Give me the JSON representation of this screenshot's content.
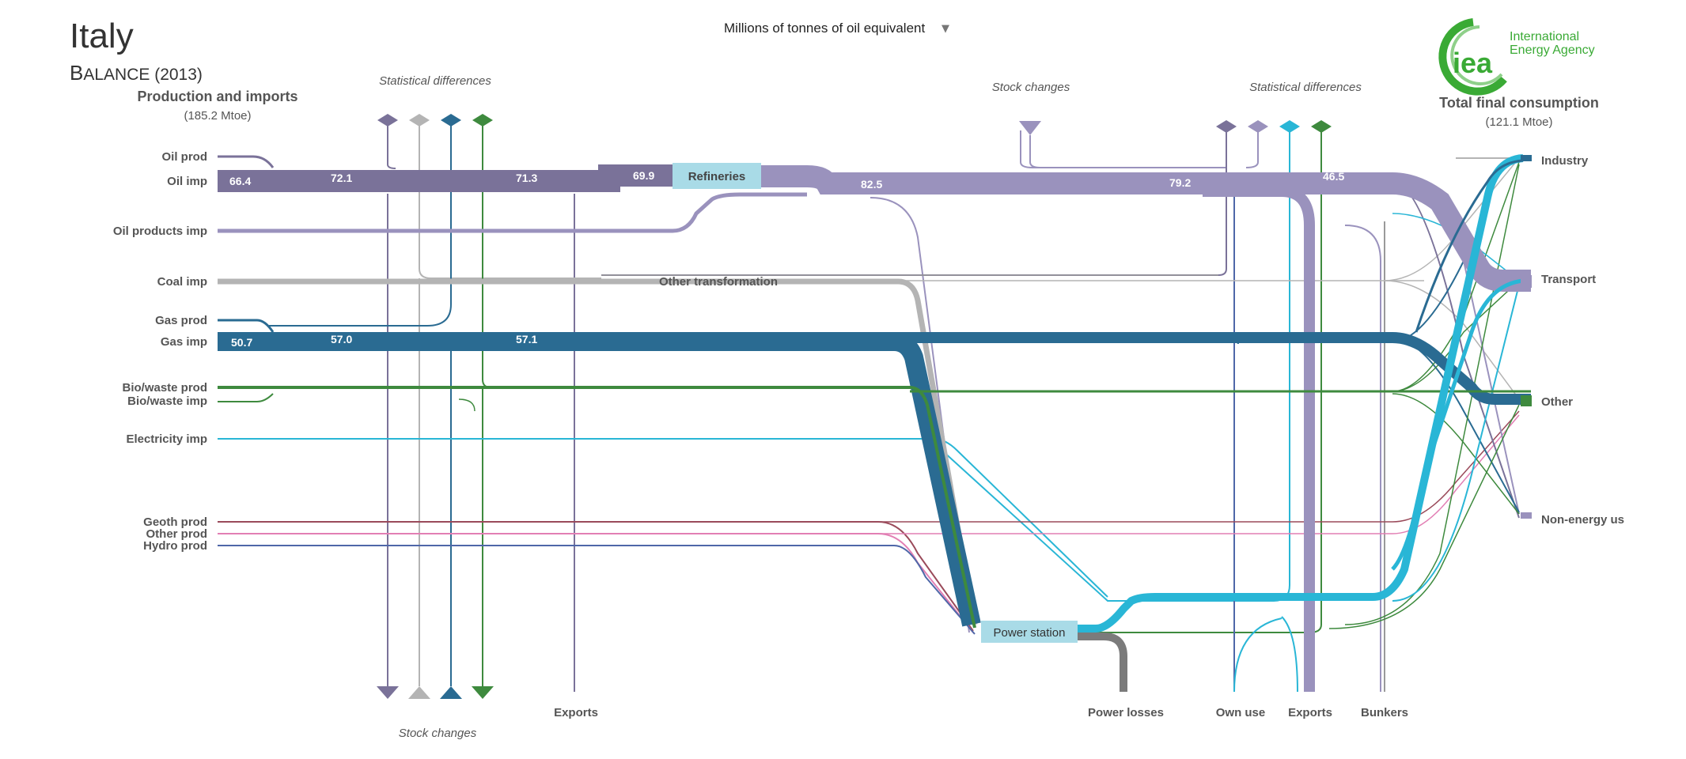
{
  "title": {
    "country": "Italy",
    "subtitle": "Balance (2013)",
    "subtitle_head": "B",
    "subtitle_tail": "ALANCE (2013)"
  },
  "unit_selector": {
    "label": "Millions of tonnes of oil equivalent",
    "arrow": "▼"
  },
  "logo": {
    "mark": "iea",
    "line1": "International",
    "line2": "Energy Agency",
    "accent_color": "#3aaa35"
  },
  "left_header": {
    "title": "Production and imports",
    "total": "(185.2 Mtoe)"
  },
  "right_header": {
    "title": "Total final consumption",
    "total": "(121.1 Mtoe)"
  },
  "sources": {
    "oil_prod": "Oil prod",
    "oil_imp": "Oil imp",
    "oil_products_imp": "Oil products imp",
    "coal_imp": "Coal imp",
    "gas_prod": "Gas prod",
    "gas_imp": "Gas imp",
    "bio_prod": "Bio/waste prod",
    "bio_imp": "Bio/waste imp",
    "elec_imp": "Electricity imp",
    "geoth_prod": "Geoth prod",
    "other_prod": "Other prod",
    "hydro_prod": "Hydro prod"
  },
  "sinks": {
    "industry": "Industry",
    "transport": "Transport",
    "other": "Other",
    "non_energy": "Non-energy us"
  },
  "nodes": {
    "refineries": "Refineries",
    "power_station": "Power station",
    "other_transformation": "Other transformation"
  },
  "bottom_labels": {
    "stock_changes": "Stock changes",
    "exports_left": "Exports",
    "power_losses": "Power losses",
    "own_use": "Own use",
    "exports_right": "Exports",
    "bunkers": "Bunkers"
  },
  "top_labels": {
    "stat_diff_left": "Statistical differences",
    "stock_changes": "Stock changes",
    "stat_diff_right": "Statistical differences"
  },
  "flow_values": {
    "oil_1": "66.4",
    "oil_2": "72.1",
    "oil_3": "71.3",
    "oil_4": "69.9",
    "oil_5": "82.5",
    "oil_6": "79.2",
    "oil_7": "46.5",
    "gas_1": "50.7",
    "gas_2": "57.0",
    "gas_3": "57.1"
  },
  "colors": {
    "oil": "#7a7299",
    "oil_products": "#9a92bd",
    "coal": "#b4b4b4",
    "gas": "#2a6b92",
    "bio": "#3e8a3e",
    "electricity": "#29b6d6",
    "geoth": "#9a4a5a",
    "other_prod": "#e27fb4",
    "hydro": "#4f67a8",
    "losses": "#7b7b7b",
    "node": "#a9dbe7"
  }
}
